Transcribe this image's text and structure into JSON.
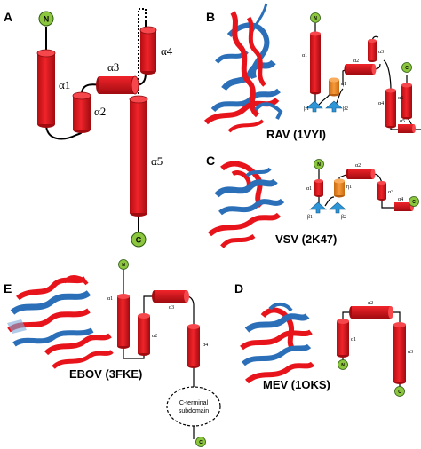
{
  "figure": {
    "panels": {
      "A": {
        "letter": "A",
        "n_terminus": "N",
        "c_terminus": "C",
        "helices": [
          "α1",
          "α2",
          "α3",
          "α4",
          "α5"
        ]
      },
      "B": {
        "letter": "B",
        "structure_label": "RAV (1VYI)",
        "n_terminus": "N",
        "c_terminus": "C",
        "helices": [
          "α1",
          "α2",
          "α3",
          "α4",
          "α5",
          "α6"
        ],
        "eta": "η1",
        "strands": [
          "β1",
          "β2"
        ]
      },
      "C": {
        "letter": "C",
        "structure_label": "VSV (2K47)",
        "n_terminus": "N",
        "c_terminus": "C",
        "helices": [
          "α1",
          "α2",
          "α3",
          "α4"
        ],
        "eta": "η1",
        "strands": [
          "β1",
          "β2"
        ]
      },
      "E": {
        "letter": "E",
        "structure_label": "EBOV (3FKE)",
        "n_terminus": "N",
        "c_terminus": "C",
        "helices": [
          "α1",
          "α2",
          "α3",
          "α4"
        ],
        "domain_line1": "C-terminal",
        "domain_line2": "subdomain"
      },
      "D": {
        "letter": "D",
        "structure_label": "MEV (1OKS)",
        "n_terminus": "N",
        "c_terminus": "C",
        "helices": [
          "α1",
          "α2",
          "α3"
        ]
      }
    },
    "colors": {
      "helix_red": "#e8141b",
      "helix_dark_red": "#9e0c10",
      "terminus_green": "#8cc63f",
      "strand_blue": "#2e95d6",
      "eta_orange": "#f08a24",
      "ribbon_blue": "#2b6fb8"
    }
  }
}
